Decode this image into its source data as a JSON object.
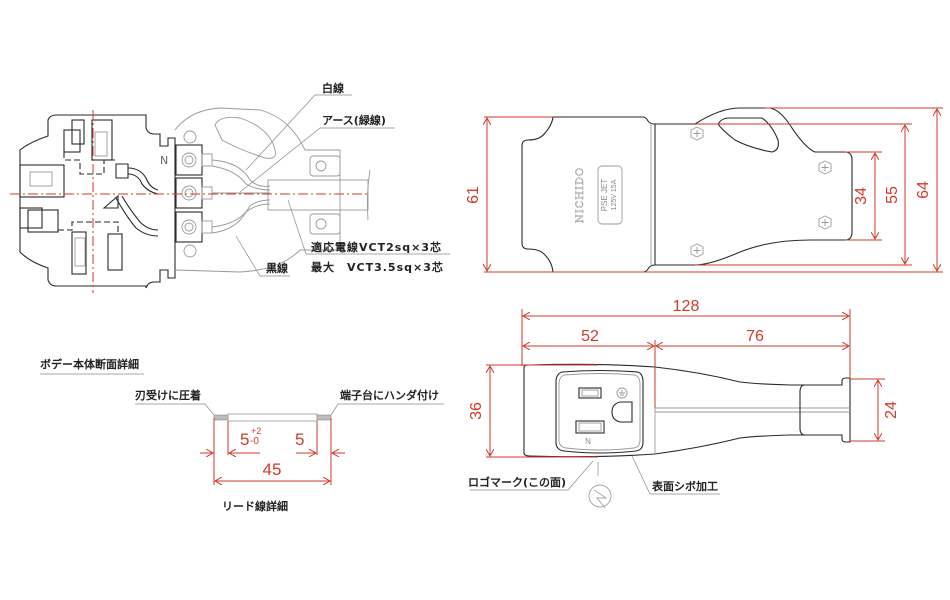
{
  "colors": {
    "dimension": "#d23a2c",
    "outline": "#2a2a2a",
    "detail": "#9a9a9a"
  },
  "cross_section": {
    "labels": {
      "white_wire": "白線",
      "earth_wire": "アース(緑線)",
      "black_wire": "黒線",
      "cable_spec_1": "適応電線VCT2sq×3芯",
      "cable_spec_2": "最大　VCT3.5sq×3芯"
    },
    "terminal_mark": "N"
  },
  "body_section_title": "ボデー本体断面詳細",
  "lead_wire_detail": {
    "title": "リード線詳細",
    "left_note": "刃受けに圧着",
    "right_note": "端子台にハンダ付け",
    "dim_left": "5",
    "dim_left_tol_plus": "+2",
    "dim_left_tol_minus": "-0",
    "dim_right": "5",
    "dim_total": "45"
  },
  "top_view": {
    "brand": "NICHIDO",
    "rating_line1": "PSE JET",
    "rating_line2": "125V 15A",
    "dims": {
      "overall_height_left": "61",
      "inner_34": "34",
      "inner_55": "55",
      "overall_64": "64"
    }
  },
  "front_view": {
    "dims": {
      "total_length": "128",
      "head_length": "52",
      "tail_length": "76",
      "head_height": "36",
      "tail_height": "24"
    },
    "notes": {
      "logo_mark": "ロゴマーク(この面)",
      "surface": "表面シボ加工"
    },
    "outlet_mark": "N"
  }
}
